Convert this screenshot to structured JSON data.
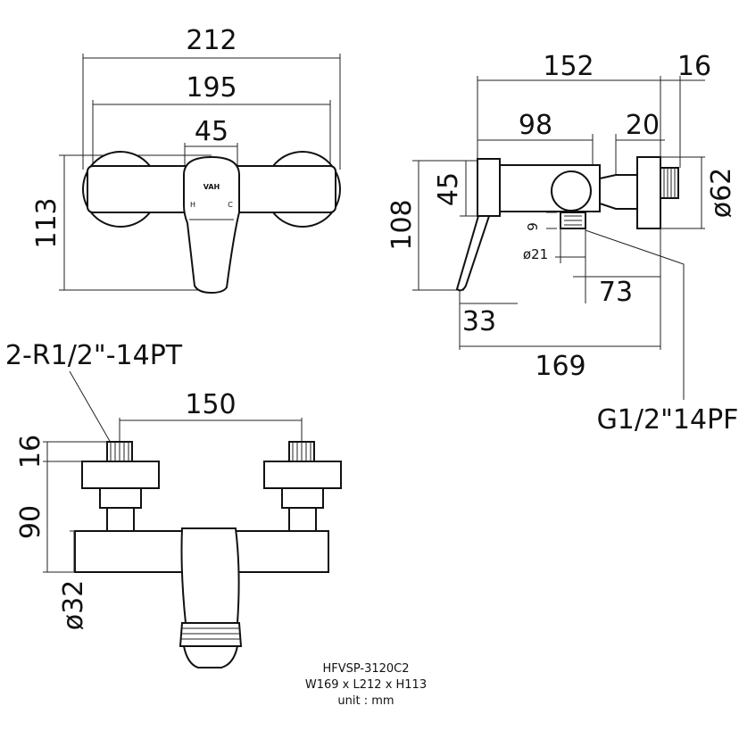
{
  "front_view": {
    "overall_length": "212",
    "inner_length": "195",
    "lever_width": "45",
    "height": "113",
    "logo": "VAH",
    "hot_mark": "H",
    "cold_mark": "C"
  },
  "side_view": {
    "depth_total": "152",
    "flange_thickness": "16",
    "body_length": "98",
    "nut_length": "20",
    "lever_depth": "45",
    "height": "108",
    "flange_diameter": "ø62",
    "outlet_length": "9",
    "outlet_diameter": "ø21",
    "outlet_offset": "73",
    "lever_offset": "33",
    "width": "169",
    "outlet_thread": "G1/2\"14PF"
  },
  "top_view": {
    "inlet_thread": "2-R1/2\"-14PT",
    "inlet_spacing": "150",
    "thread_length": "16",
    "projection": "90",
    "body_diameter": "ø32"
  },
  "caption": {
    "model": "HFVSP-3120C2",
    "size": "W169 x L212 x H113",
    "unit": "unit : mm"
  }
}
